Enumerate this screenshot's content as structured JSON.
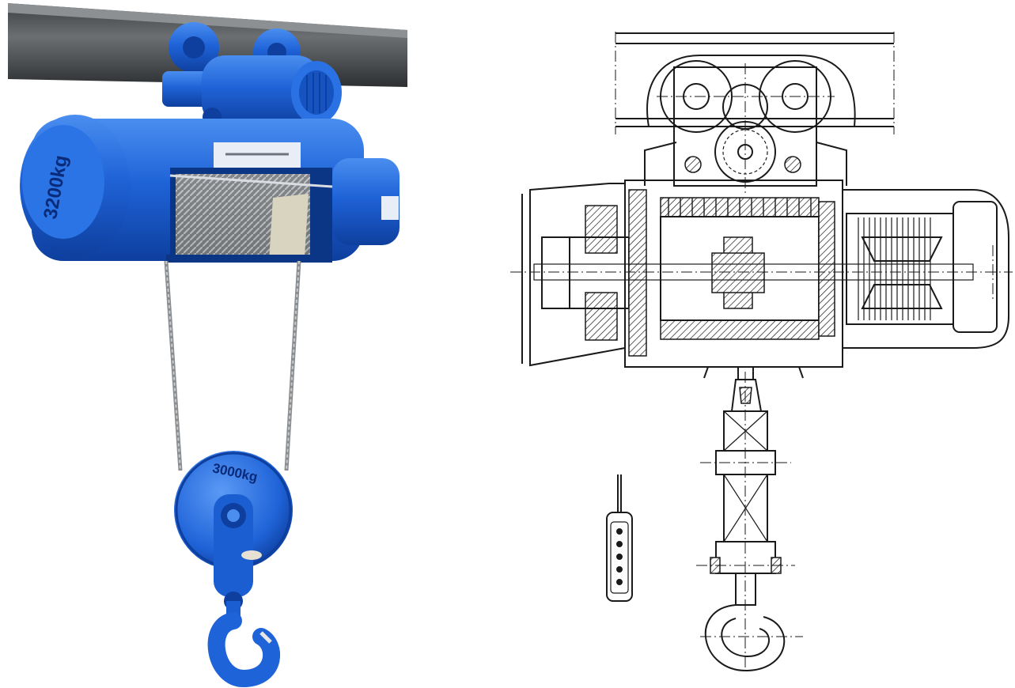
{
  "photo": {
    "motor_capacity_label": "3200kg",
    "hook_block_label": "3000kg"
  },
  "colors": {
    "hoist_blue": "#1f63d8",
    "hoist_blue_dark": "#0e3f9e",
    "hoist_blue_light": "#4a8ef0",
    "beam_gray": "#5a5d60",
    "rope_gray": "#8a8d90",
    "drawing_ink": "#1a1a1a"
  },
  "icons": {
    "photo": "electric-wire-rope-hoist-photo",
    "drawing": "hoist-cross-section-drawing",
    "pendant": "pendant-control-icon",
    "hook": "lifting-hook-icon"
  }
}
